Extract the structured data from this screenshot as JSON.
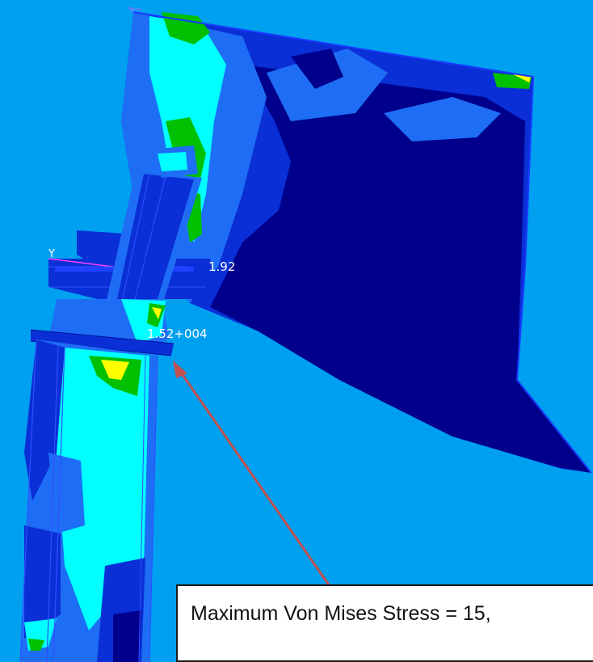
{
  "labels": {
    "axis": "Y",
    "node": "1.92",
    "max_value": "1.52+004"
  },
  "callout": {
    "text": "Maximum Von Mises Stress = 15,"
  },
  "colors": {
    "background": "#00a0f0",
    "low_stress": "#00008c",
    "low_mid_stress": "#0a2fd6",
    "mid_stress": "#1e6ef5",
    "mid_high_stress": "#00ffff",
    "high_stress": "#00c000",
    "very_high_stress": "#ffff00",
    "arrow": "#c0504d"
  }
}
